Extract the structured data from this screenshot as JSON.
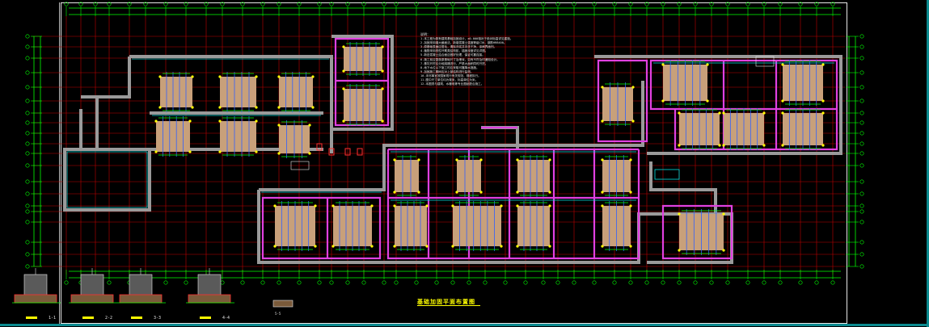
{
  "drawing": {
    "plan_title": "基础加固平面布置图",
    "notes_heading": "说明：",
    "notes": [
      "1.本工程为既有建筑基础加固设计，±0.000相对于绝对标高详见建施。",
      "2.加固采用增大截面法，新增混凝土强度等级C30，钢筋HRB400。",
      "3.原基础表面应凿毛，清除浮浆并冲洗干净，涂刷界面剂。",
      "4.植筋采用改性环氧类结构胶，锚固深度详见详图。",
      "5.新旧混凝土结合面应做好处理，保证可靠连接。",
      "6.施工前应复核原基础尺寸及埋深，如有不符及时通知设计。",
      "7.基坑开挖应分段跳槽进行，严禁大面积同时开挖。",
      "8.地下水位以下施工时应采取可靠降水措施。",
      "9.加固施工期间应对上部结构进行监测。",
      "10.未尽事宜按国家现行有关规范、规程执行。",
      "11.图中尺寸单位均为毫米，标高单位为米。",
      "12.本图须与建筑、水暖电等专业图纸配合施工。"
    ],
    "detail_labels": [
      "1-1",
      "2-2",
      "3-3",
      "4-4",
      "5-5"
    ],
    "colors": {
      "background": "#000000",
      "grid_axis": "#00ff00",
      "grid_line": "#c00000",
      "wall_outer": "#e040e0",
      "wall_inner": "#00e0e0",
      "foundation_pad": "#c8a07a",
      "beam": "#9a9a9a",
      "column": "#ffff00",
      "rebar": "#3060ff",
      "text": "#e6e6e6",
      "title": "#ffff00"
    }
  }
}
